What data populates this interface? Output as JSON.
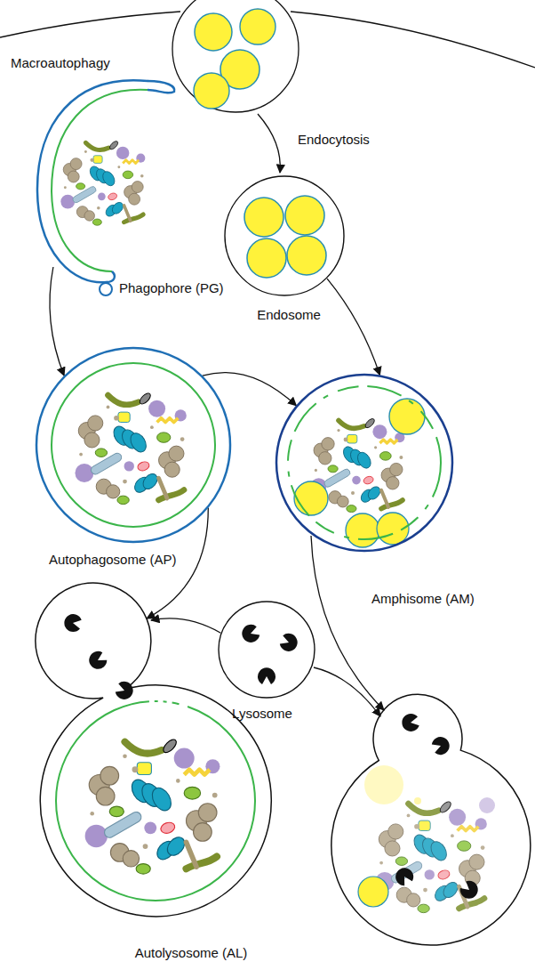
{
  "diagram": {
    "nodes": [
      {
        "text": [
          "Macroautophagy"
        ]
      },
      {
        "text": [
          "Endosome"
        ]
      },
      {
        "text": [
          "Autophagosome (AP)"
        ]
      },
      {
        "text": [
          "Amphisome (AM)"
        ]
      },
      {
        "text": [
          "Lysosome"
        ]
      },
      {
        "text": [
          "Autolysosome (AL)"
        ]
      }
    ],
    "edges": [
      {
        "from": 0,
        "to": 2,
        "arrow": "to"
      },
      {
        "from": 2,
        "to": 3,
        "arrow": "to"
      },
      {
        "from": 1,
        "to": 3,
        "arrow": "to"
      },
      {
        "from": 2,
        "to": 5,
        "arrow": "to"
      },
      {
        "from": 4,
        "to": 5,
        "arrow": "to"
      }
    ],
    "labels": [
      "Endocytosis"
    ],
    "legend": [
      {
        "text": "Phagophore (PG)"
      }
    ]
  }
}
